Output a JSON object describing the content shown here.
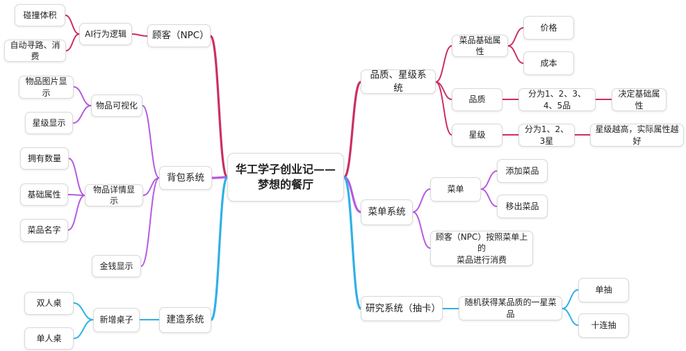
{
  "root": {
    "line1": "华工学子创业记——",
    "line2": "梦想的餐厅"
  },
  "colors": {
    "red": "#cc2f64",
    "purple": "#b65ae0",
    "blue": "#2fb0e8"
  },
  "branches": {
    "npc": {
      "label": "顾客（NPC）",
      "ai": {
        "label": "AI行为逻辑",
        "children": [
          "碰撞体积",
          "自动寻路、消费"
        ]
      }
    },
    "bag": {
      "label": "背包系统",
      "visual": {
        "label": "物品可视化",
        "children": [
          "物品图片显示",
          "星级显示"
        ]
      },
      "detail": {
        "label": "物品详情显示",
        "children": [
          "拥有数量",
          "基础属性",
          "菜品名字"
        ]
      },
      "money": "金钱显示"
    },
    "build": {
      "label": "建造系统",
      "table": {
        "label": "新增桌子",
        "children": [
          "双人桌",
          "单人桌"
        ]
      }
    },
    "quality": {
      "label": "品质、星级系统",
      "base": {
        "label": "菜品基础属性",
        "children": [
          "价格",
          "成本"
        ]
      },
      "quality": {
        "label": "品质",
        "value": "分为1、2、3、4、5品",
        "note": "决定基础属性"
      },
      "star": {
        "label": "星级",
        "value": "分为1、2、3星",
        "note": "星级越高，实际属性越好"
      }
    },
    "menu": {
      "label": "菜单系统",
      "menu": {
        "label": "菜单",
        "children": [
          "添加菜品",
          "移出菜品"
        ]
      },
      "npc_line1": "顾客（NPC）按照菜单上的",
      "npc_line2": "菜品进行消费"
    },
    "research": {
      "label": "研究系统（抽卡）",
      "draw": {
        "label": "随机获得某品质的一星菜品",
        "children": [
          "单抽",
          "十连抽"
        ]
      }
    }
  }
}
